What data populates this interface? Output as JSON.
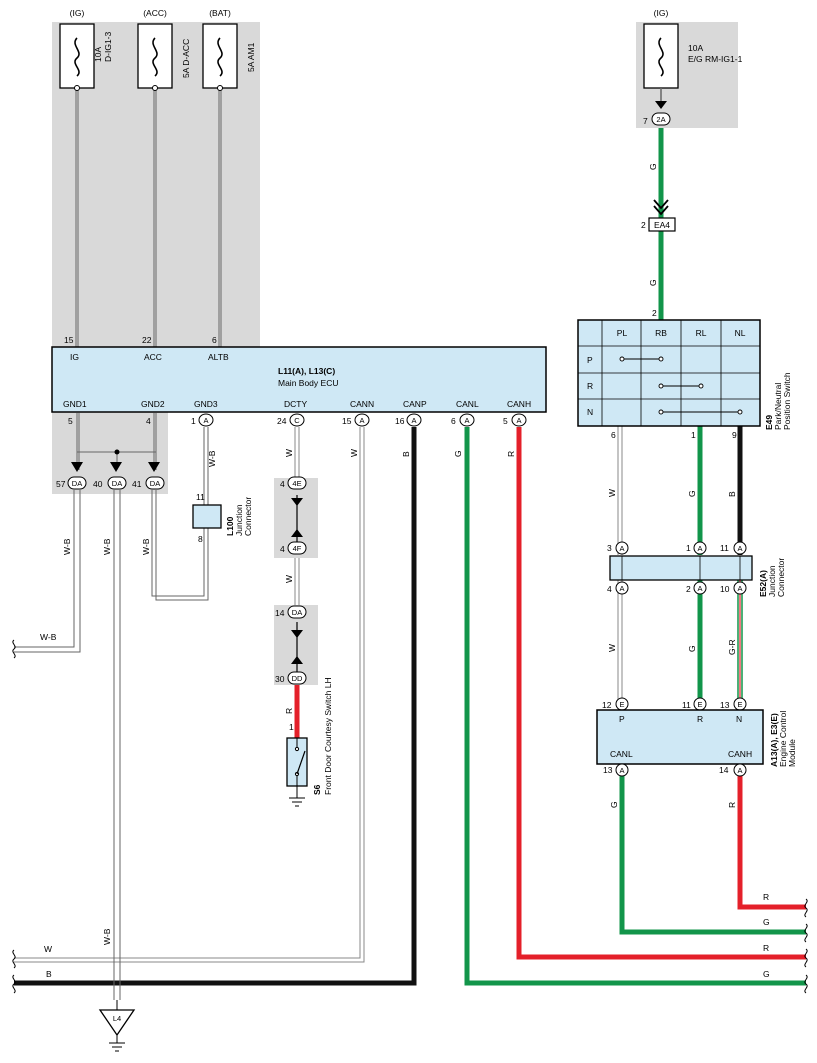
{
  "colors": {
    "shade": "#d9d9d9",
    "module_fill": "#cfe8f5",
    "green": "#12954a",
    "red": "#e4202a",
    "black": "#111111"
  },
  "power": {
    "ig_left": "(IG)",
    "acc": "(ACC)",
    "bat": "(BAT)",
    "ig_right": "(IG)",
    "fuse_dig13_amp": "10A",
    "fuse_dig13_name": "D-IG1-3",
    "fuse_dacc": "5A D-ACC",
    "fuse_am1": "5A AM1",
    "fuse_rm_amp": "10A",
    "fuse_rm_name": "E/G RM-IG1-1"
  },
  "ecu": {
    "title": "L11(A), L13(C)",
    "subtitle": "Main Body ECU",
    "top_pins": [
      {
        "name": "IG",
        "num": "15"
      },
      {
        "name": "ACC",
        "num": "22"
      },
      {
        "name": "ALTB",
        "num": "6"
      }
    ],
    "bottom_pins": [
      {
        "name": "GND1",
        "num": "5",
        "conn": ""
      },
      {
        "name": "GND2",
        "num": "4",
        "conn": ""
      },
      {
        "name": "GND3",
        "num": "1",
        "conn": "A"
      },
      {
        "name": "DCTY",
        "num": "24",
        "conn": "C"
      },
      {
        "name": "CANN",
        "num": "15",
        "conn": "A"
      },
      {
        "name": "CANP",
        "num": "16",
        "conn": "A"
      },
      {
        "name": "CANL",
        "num": "6",
        "conn": "A"
      },
      {
        "name": "CANH",
        "num": "5",
        "conn": "A"
      }
    ]
  },
  "splice": {
    "pins": [
      {
        "num": "57",
        "conn": "DA"
      },
      {
        "num": "40",
        "conn": "DA"
      },
      {
        "num": "41",
        "conn": "DA"
      }
    ]
  },
  "l100": {
    "code": "L100",
    "name": "Junction\nConnector",
    "pin_top": "11",
    "pin_bottom": "8"
  },
  "door_conn": {
    "upper": [
      {
        "num": "4",
        "conn": "4E"
      },
      {
        "num": "4",
        "conn": "4F"
      }
    ],
    "lower": [
      {
        "num": "14",
        "conn": "DA"
      },
      {
        "num": "30",
        "conn": "DD"
      }
    ]
  },
  "s6": {
    "code": "S6",
    "name": "Front Door Courtesy Switch LH",
    "pin": "1"
  },
  "ea4": {
    "label": "EA4",
    "pin": "2",
    "top_pin": "7",
    "top_conn": "2A"
  },
  "pnp": {
    "code": "E49",
    "name": "Park/Neutral\nPosition Switch",
    "pin_in": "2",
    "columns": [
      "PL",
      "RB",
      "RL",
      "NL"
    ],
    "rows": [
      "P",
      "R",
      "N"
    ],
    "pins_out": [
      "6",
      "1",
      "9"
    ]
  },
  "e52": {
    "code": "E52(A)",
    "name": "Junction\nConnector",
    "top_pins": [
      "3",
      "1",
      "11"
    ],
    "bottom_pins": [
      "4",
      "2",
      "10"
    ],
    "conn": "A"
  },
  "ecm": {
    "code": "A13(A), E3(E)",
    "name": "Engine Control\nModule",
    "top_pins": [
      {
        "name": "P",
        "num": "12"
      },
      {
        "name": "R",
        "num": "11"
      },
      {
        "name": "N",
        "num": "13"
      }
    ],
    "conn_top": "E",
    "bottom_pins": [
      {
        "name": "CANL",
        "num": "13"
      },
      {
        "name": "CANH",
        "num": "14"
      }
    ],
    "conn_bottom": "A"
  },
  "wire_labels": {
    "wb": "W-B",
    "w": "W",
    "b": "B",
    "g": "G",
    "r": "R",
    "gr": "G-R"
  },
  "ground": {
    "l4": "L4"
  }
}
